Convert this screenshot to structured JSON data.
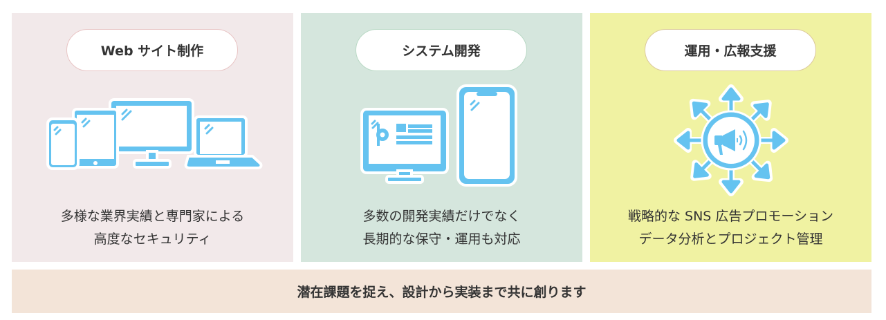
{
  "services": [
    {
      "title": "Web サイト制作",
      "icon": "devices-icon",
      "lines": [
        "多様な業界実績と専門家による",
        "高度なセキュリティ"
      ]
    },
    {
      "title": "システム開発",
      "icon": "monitor-smartphone-icon",
      "lines": [
        "多数の開発実績だけでなく",
        "長期的な保守・運用も対応"
      ]
    },
    {
      "title": "運用・広報支援",
      "icon": "megaphone-broadcast-icon",
      "lines": [
        "戦略的な SNS 広告プロモーション",
        "データ分析とプロジェクト管理"
      ]
    }
  ],
  "tagline": "潜在課題を捉え、設計から実装まで共に創ります",
  "colors": {
    "icon": "#65c3f0",
    "panel1": "#f2e9ea",
    "panel2": "#d5e6dd",
    "panel3": "#f0f2a2",
    "band": "#f3e4d8"
  }
}
